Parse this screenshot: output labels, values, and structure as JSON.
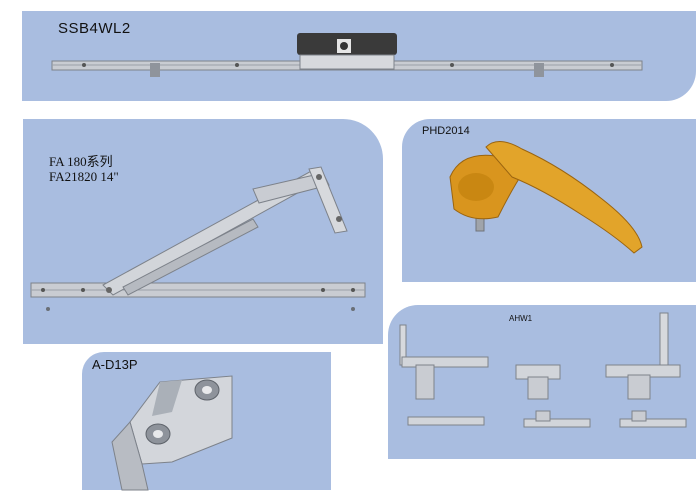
{
  "colors": {
    "panel": "#a9bde0",
    "background": "#ffffff",
    "metal": "#c9ccd2",
    "metal_dark": "#7d828a",
    "gold": "#d9951e"
  },
  "panels": {
    "ssb4wl2": {
      "label": "SSB4WL2"
    },
    "fa180": {
      "label_line1": "FA 180系列",
      "label_line2": "FA21820 14\""
    },
    "phd2014": {
      "label": "PHD2014"
    },
    "ahw1": {
      "label": "AHW1"
    },
    "ad13p": {
      "label": "A-D13P"
    }
  }
}
